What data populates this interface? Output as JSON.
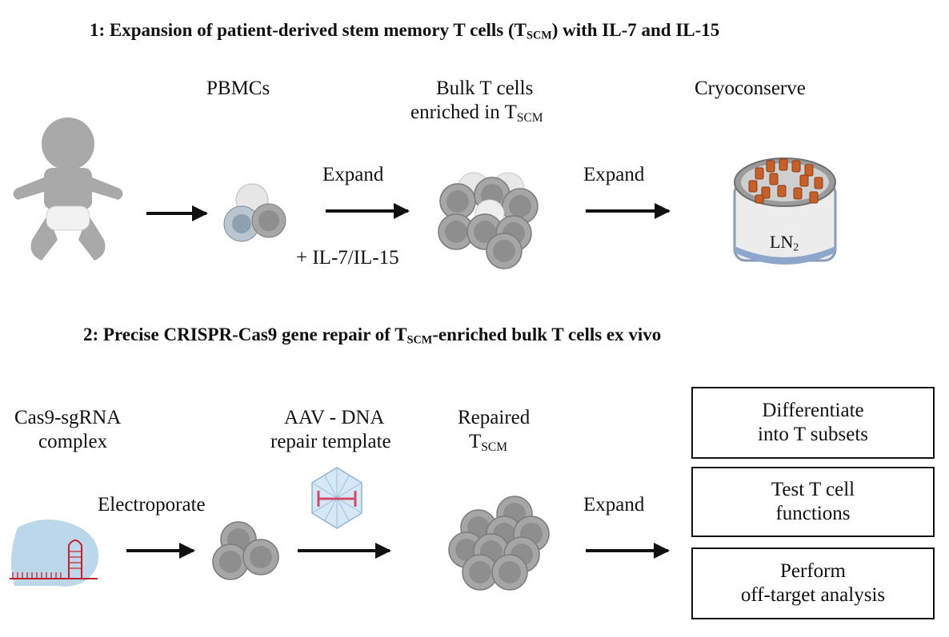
{
  "section1": {
    "title_pre": "1: Expansion of patient-derived stem memory T cells (T",
    "title_sub": "SCM",
    "title_post": ") with IL-7 and IL-15",
    "pbmcs": "PBMCs",
    "bulk_line1": "Bulk T cells",
    "bulk_line2_pre": "enriched in T",
    "bulk_line2_sub": "SCM",
    "cryo": "Cryoconserve",
    "expand1": "Expand",
    "expand2": "Expand",
    "cytokines": "+ IL-7/IL-15",
    "ln2_pre": "LN",
    "ln2_sub": "2"
  },
  "section2": {
    "title_pre": "2: Precise CRISPR-Cas9 gene repair of T",
    "title_sub": "SCM",
    "title_post": "-enriched bulk T cells ex vivo",
    "cas9_line1": "Cas9-sgRNA",
    "cas9_line2": "complex",
    "aav_line1": "AAV - DNA",
    "aav_line2": "repair template",
    "repaired_line1": "Repaired",
    "repaired_line2_pre": "T",
    "repaired_line2_sub": "SCM",
    "electroporate": "Electroporate",
    "expand": "Expand",
    "outcomes": [
      {
        "line1": "Differentiate",
        "line2": "into T subsets"
      },
      {
        "line1": "Test T cell",
        "line2": "functions"
      },
      {
        "line1": "Perform",
        "line2": "off-target analysis"
      }
    ]
  },
  "colors": {
    "cell_outer": "#a6a6a6",
    "cell_inner": "#8a8a8a",
    "arrow": "#111111",
    "vial_cap": "#c6602a",
    "cas9_blob": "#bcd7ea",
    "rna": "#c0202a",
    "aav": "#b7d4ea"
  }
}
